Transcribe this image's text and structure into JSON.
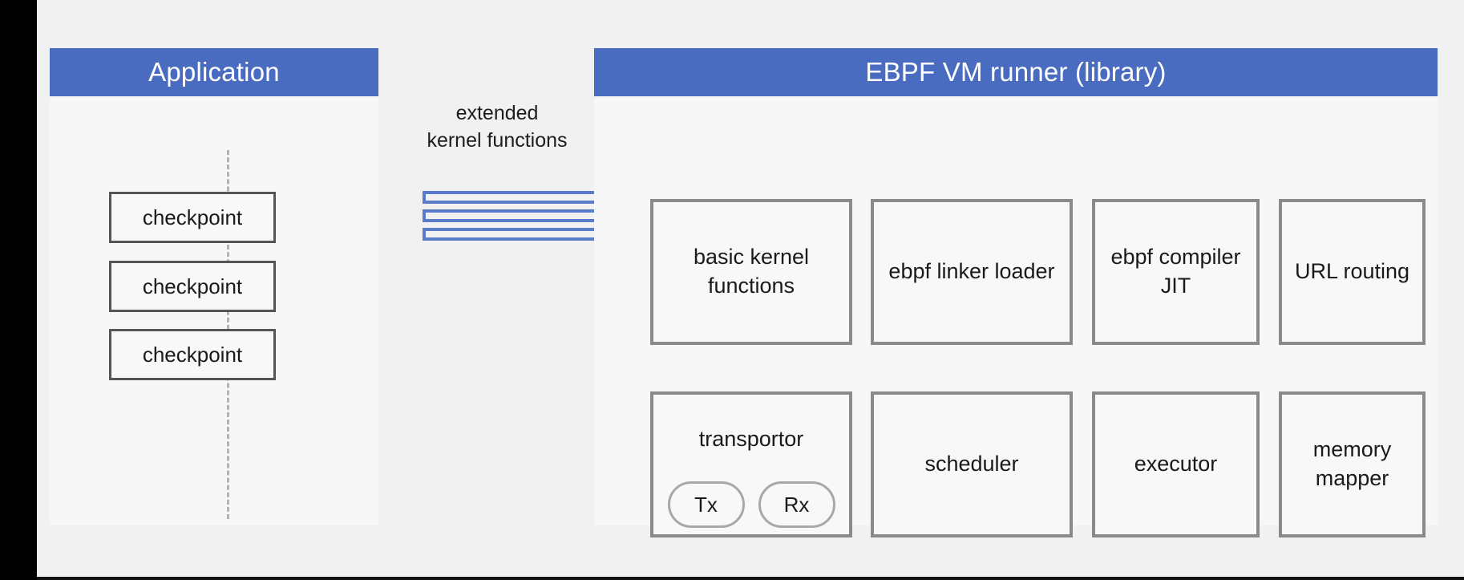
{
  "diagram": {
    "title_left": "Application",
    "title_right": "EBPF VM runner (library)",
    "connector_label_line1": "extended",
    "connector_label_line2": "kernel functions",
    "colors": {
      "header_blue": "#4a6cc0",
      "wire_blue": "#5a7bc8",
      "box_border": "#8a8a8a",
      "checkpoint_border": "#555555",
      "panel_bg": "#f7f7f7",
      "canvas_bg": "#f1f1f1"
    }
  },
  "left_panel": {
    "header": "Application",
    "checkpoints": [
      {
        "label": "checkpoint"
      },
      {
        "label": "checkpoint"
      },
      {
        "label": "checkpoint"
      }
    ]
  },
  "connector": {
    "label_line1": "extended",
    "label_line2": "kernel functions",
    "wire_count": 3
  },
  "right_panel": {
    "header": "EBPF VM runner (library)",
    "row1": [
      {
        "label": "basic kernel functions"
      },
      {
        "label": "ebpf linker loader"
      },
      {
        "label": "ebpf compiler JIT"
      },
      {
        "label": "URL routing"
      }
    ],
    "row2": [
      {
        "label": "transportor",
        "children": [
          {
            "label": "Tx"
          },
          {
            "label": "Rx"
          }
        ]
      },
      {
        "label": "scheduler"
      },
      {
        "label": "executor"
      },
      {
        "label": "memory mapper"
      }
    ]
  }
}
